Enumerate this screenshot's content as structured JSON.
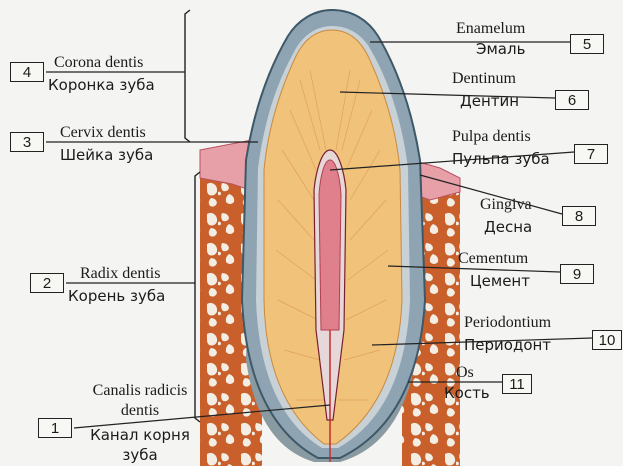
{
  "colors": {
    "enamel": "#8fa4b2",
    "dentin": "#f0c27a",
    "pulp": "#e0808c",
    "bone": "#c85e2c",
    "gum": "#e8a0a8",
    "background": "#f4f4f2"
  },
  "labels": [
    {
      "num": "1",
      "latin_1": "Canalis radicis",
      "latin_2": "dentis",
      "russian_1": "Канал корня",
      "russian_2": "зуба"
    },
    {
      "num": "2",
      "latin": "Radix dentis",
      "russian": "Корень зуба"
    },
    {
      "num": "3",
      "latin": "Cervix dentis",
      "russian": "Шейка зуба"
    },
    {
      "num": "4",
      "latin": "Corona dentis",
      "russian": "Коронка зуба"
    },
    {
      "num": "5",
      "latin": "Enamelum",
      "russian": "Эмаль"
    },
    {
      "num": "6",
      "latin": "Dentinum",
      "russian": "Дентин"
    },
    {
      "num": "7",
      "latin": "Pulpa dentis",
      "russian": "Пульпа зуба"
    },
    {
      "num": "8",
      "latin": "Gingiva",
      "russian": "Десна"
    },
    {
      "num": "9",
      "latin": "Cementum",
      "russian": "Цемент"
    },
    {
      "num": "10",
      "latin": "Periodontium",
      "russian": "Периодонт"
    },
    {
      "num": "11",
      "latin": "Os",
      "russian": "Кость"
    }
  ]
}
